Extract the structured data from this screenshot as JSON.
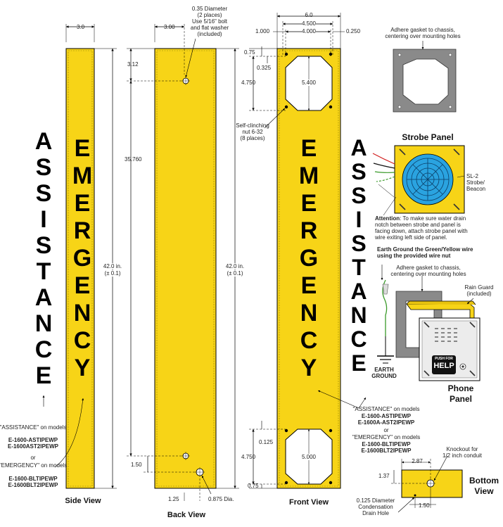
{
  "colors": {
    "yellow": "#f7d417",
    "gray": "#8a8a8a",
    "blue": "#2aa3e0",
    "line": "#000000"
  },
  "words": {
    "assistance": "ASSISTANCE",
    "emergency": "EMERGENCY"
  },
  "views": {
    "side": "Side View",
    "back": "Back View",
    "front": "Front View",
    "bottom": "Bottom\nView"
  },
  "dims": {
    "side_width": "3.0",
    "back_width": "3.00",
    "front_width": "6.0",
    "front_4500": "4.500",
    "front_4000": "4.000",
    "front_1000": "1.000",
    "front_0250": "0.250",
    "back_312": "3.12",
    "back_35760": "35.760",
    "back_42": "42.0 in.",
    "back_42_tol": "(± 0.1)",
    "side_42": "42.0 in.",
    "side_42_tol": "(± 0.1)",
    "back_150": "1.50",
    "back_125": "1.25",
    "back_0875": "0.875 Dia.",
    "front_075_top": "0.75",
    "front_0325": "0.325",
    "front_4750_top": "4.750",
    "front_5400": "5.400",
    "front_0125": "0.125",
    "front_4750_bot": "4.750",
    "front_5000": "5.000",
    "front_075_bot": "0.75",
    "bottom_287": "2.87",
    "bottom_137": "1.37",
    "bottom_150": "1.50"
  },
  "notes": {
    "bolt_note": "0.35 Diameter\n(2 places)\nUse 5/16\" bolt\nand flat washer\n(included)",
    "gasket_top": "Adhere gasket to chassis,\ncentering over mounting holes",
    "self_clinching": "Self-clinching\nnut 6-32\n(8 places)",
    "strobe_panel": "Strobe Panel",
    "strobe_label": "SL-2\nStrobe/\nBeacon",
    "attention_head": "Attention",
    "attention_body": ": To make sure water drain\nnotch between strobe and panel is\nfacing down, attach strobe panel with\nwire exiting left side of panel.",
    "earth_note": "Earth Ground the Green/Yellow wire\nusing the provided wire nut",
    "gasket_mid": "Adhere gasket to chassis,\ncentering over mounting holes",
    "rain_guard": "Rain Guard\n(included)",
    "earth_ground": "EARTH\nGROUND",
    "phone_panel": "Phone\nPanel",
    "help_top": "PUSH FOR",
    "help_main": "HELP",
    "knockout": "Knockout for\n1/2 inch conduit",
    "drain": "0.125 Diameter\nCondensation\nDrain Hole"
  },
  "models_left": {
    "assistance_head": "\"ASSISTANCE\" on models",
    "assistance_models": "E-1600-ASTIPEWP\nE-1600AST2IPEWP",
    "or": "or",
    "emergency_head": "\"EMERGENCY\" on models",
    "emergency_models": "E-1600-BLTIPEWP\nE-1600BLT2IPEWP"
  },
  "models_right": {
    "assistance_head": "\"ASSISTANCE\" on models",
    "assistance_models": "E-1600-ASTIPEWP\nE-1600A-AST2IPEWP",
    "or": "or",
    "emergency_head": "\"EMERGENCY\" on models",
    "emergency_models": "E-1600-BLTIPEWP\nE-1600BLT2IPEWP"
  }
}
